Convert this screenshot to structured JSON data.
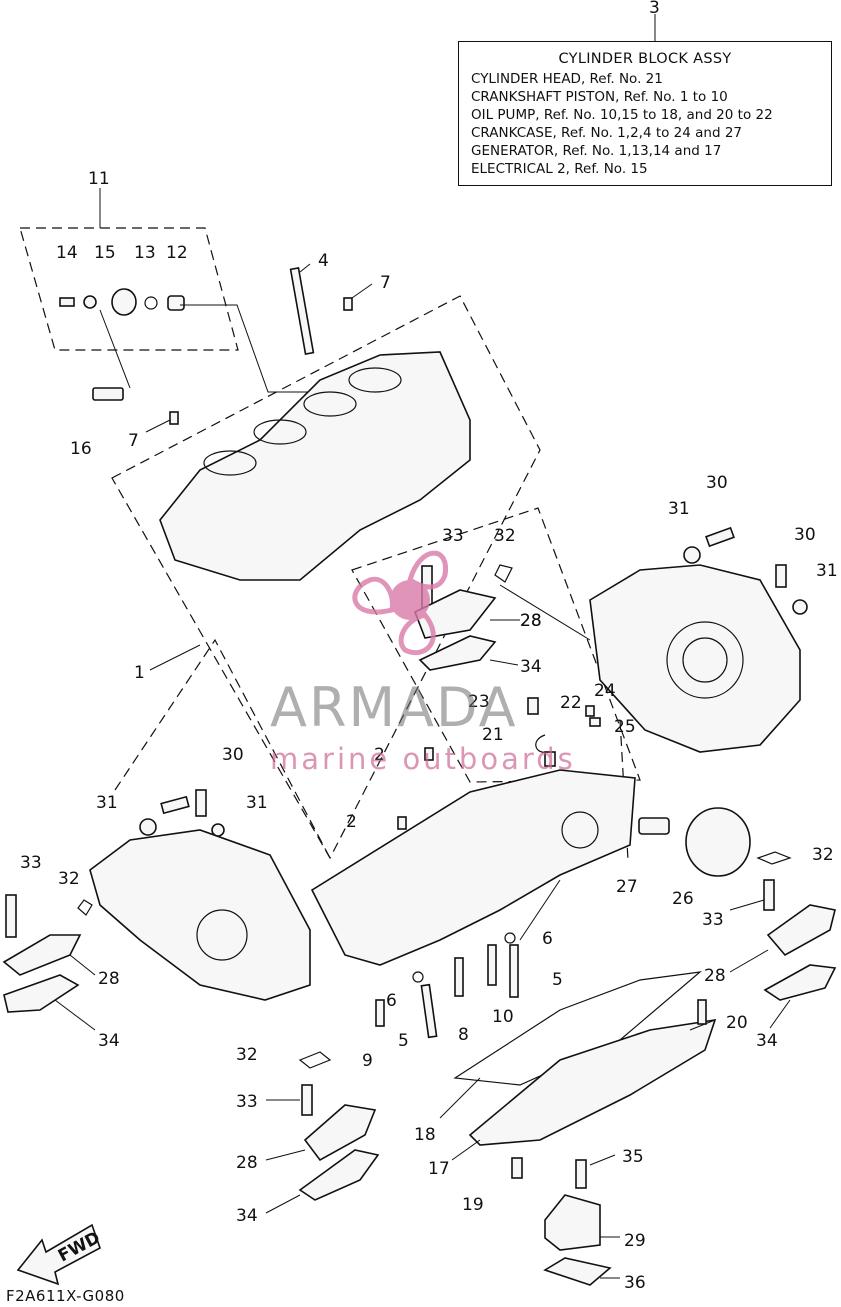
{
  "legend": {
    "ref": "3",
    "title": "CYLINDER BLOCK ASSY",
    "lines": [
      "CYLINDER HEAD,  Ref. No. 21",
      "CRANKSHAFT PISTON, Ref. No. 1 to 10",
      "OIL PUMP,  Ref. No. 10,15 to 18, and 20 to 22",
      "CRANKCASE,   Ref. No. 1,2,4 to 24 and 27",
      "GENERATOR,  Ref. No. 1,13,14 and 17",
      "ELECTRICAL 2, Ref. No. 15"
    ]
  },
  "watermark": {
    "brand": "ARMADA",
    "tagline": "marine outboards",
    "logo_color": "#d97aa8"
  },
  "diagram_code": "F2A611X-G080",
  "fwd_label": "FWD",
  "callouts": [
    "11",
    "14",
    "15",
    "13",
    "12",
    "16",
    "4",
    "7",
    "7",
    "1",
    "33",
    "32",
    "28",
    "34",
    "31",
    "30",
    "30",
    "31",
    "28",
    "22",
    "24",
    "21",
    "25",
    "23",
    "2",
    "2",
    "30",
    "31",
    "31",
    "33",
    "32",
    "28",
    "34",
    "6",
    "6",
    "5",
    "5",
    "8",
    "10",
    "9",
    "27",
    "26",
    "32",
    "33",
    "28",
    "34",
    "20",
    "32",
    "33",
    "28",
    "34",
    "18",
    "17",
    "19",
    "35",
    "29",
    "36"
  ]
}
